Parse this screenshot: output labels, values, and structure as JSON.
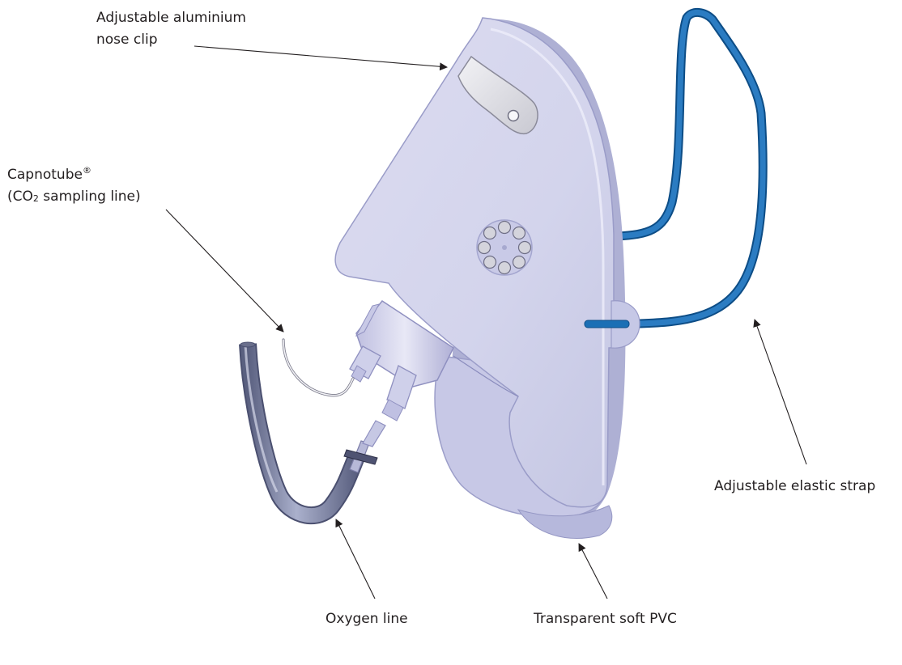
{
  "labels": {
    "nose_clip": {
      "line1": "Adjustable aluminium",
      "line2": "nose clip"
    },
    "capnotube": {
      "name": "Capnotube",
      "mark": "®",
      "line2_prefix": "(CO",
      "subscript": "2",
      "line2_suffix": " sampling line)"
    },
    "oxygen_line": "Oxygen line",
    "pvc": "Transparent soft PVC",
    "strap": "Adjustable elastic strap"
  },
  "colors": {
    "mask_fill": "#cfd1eb",
    "mask_edge": "#9a9cc8",
    "mask_shadow": "#b9bbdd",
    "strap": "#1b6fb5",
    "tube": "#8b92b0",
    "clip": "#e2e2e8",
    "arrow": "#231f20",
    "text": "#231f20"
  }
}
